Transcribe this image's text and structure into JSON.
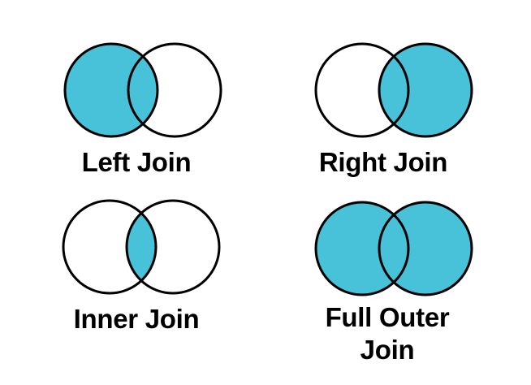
{
  "page": {
    "background": "#ffffff"
  },
  "colors": {
    "highlight": "#47C2D9",
    "circle_stroke": "#000000",
    "label_text": "#000000"
  },
  "diagrams": [
    {
      "id": "left-join",
      "label": "Left Join",
      "left_filled": true,
      "right_filled": false,
      "intersection_filled": true
    },
    {
      "id": "right-join",
      "label": "Right Join",
      "left_filled": false,
      "right_filled": true,
      "intersection_filled": true
    },
    {
      "id": "inner-join",
      "label": "Inner Join",
      "left_filled": false,
      "right_filled": false,
      "intersection_filled": true
    },
    {
      "id": "full-outer-join",
      "label": "Full Outer Join",
      "left_filled": true,
      "right_filled": true,
      "intersection_filled": true
    }
  ]
}
